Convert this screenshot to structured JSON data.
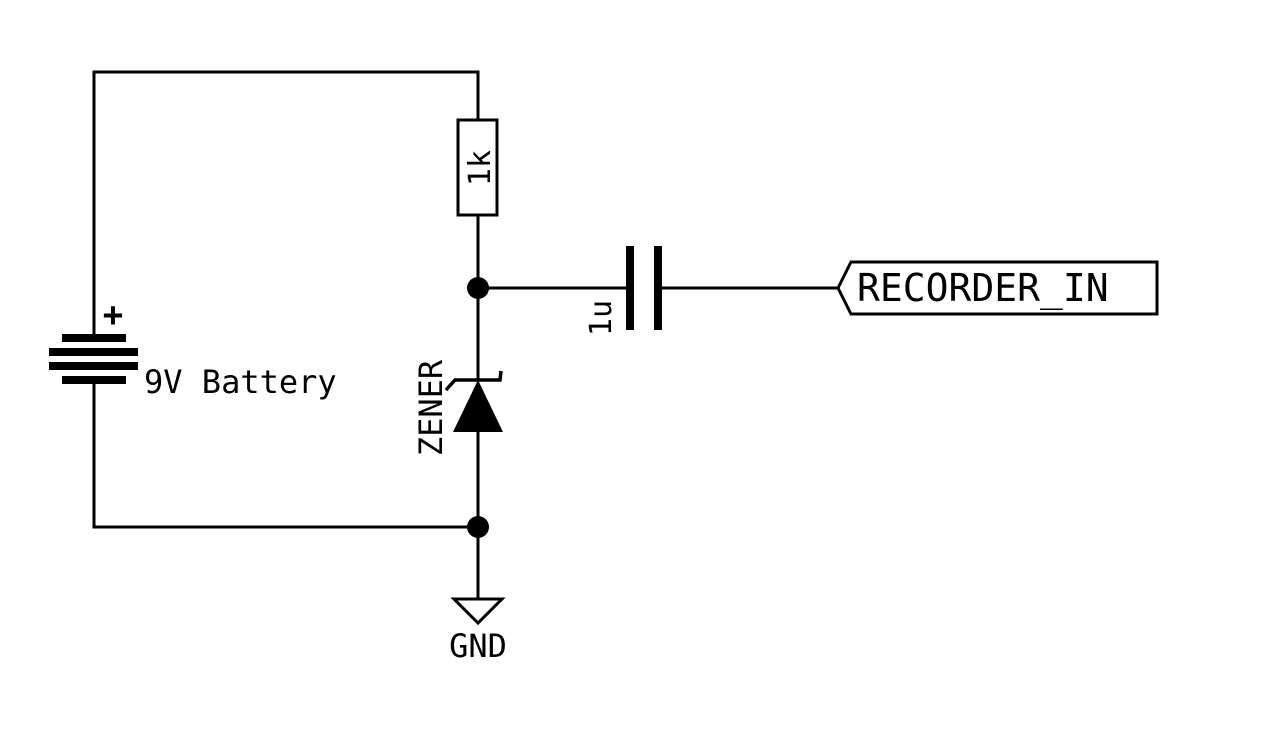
{
  "components": {
    "battery": {
      "label": "9V Battery",
      "polarity": "+"
    },
    "resistor": {
      "value": "1k"
    },
    "capacitor": {
      "value": "1u"
    },
    "diode": {
      "label": "ZENER"
    },
    "ground": {
      "label": "GND"
    },
    "port": {
      "label": "RECORDER_IN"
    }
  }
}
